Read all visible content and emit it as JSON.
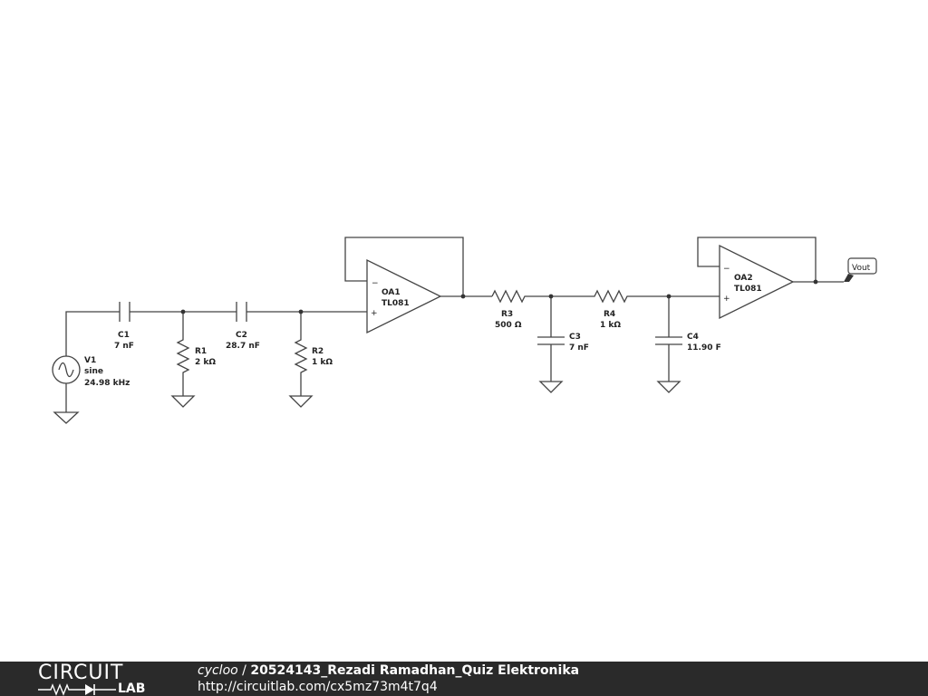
{
  "components": {
    "v1": {
      "ref": "V1",
      "type": "sine",
      "value": "24.98 kHz"
    },
    "c1": {
      "ref": "C1",
      "value": "7 nF"
    },
    "r1": {
      "ref": "R1",
      "value": "2 kΩ"
    },
    "c2": {
      "ref": "C2",
      "value": "28.7 nF"
    },
    "r2": {
      "ref": "R2",
      "value": "1 kΩ"
    },
    "oa1": {
      "ref": "OA1",
      "model": "TL081"
    },
    "r3": {
      "ref": "R3",
      "value": "500 Ω"
    },
    "c3": {
      "ref": "C3",
      "value": "7 nF"
    },
    "r4": {
      "ref": "R4",
      "value": "1 kΩ"
    },
    "c4": {
      "ref": "C4",
      "value": "11.90 F"
    },
    "oa2": {
      "ref": "OA2",
      "model": "TL081"
    }
  },
  "opamp_pins": {
    "minus": "−",
    "plus": "+"
  },
  "output_label": "Vout",
  "footer": {
    "logo_top": "CIRCUIT",
    "logo_bottom": "LAB",
    "author": "cycloo",
    "separator": " / ",
    "title": "20524143_Rezadi Ramadhan_Quiz Elektronika",
    "url": "http://circuitlab.com/cx5mz73m4t7q4"
  },
  "colors": {
    "wire": "#444444",
    "footer_bg": "#2a2a2a",
    "footer_text": "#ffffff"
  }
}
